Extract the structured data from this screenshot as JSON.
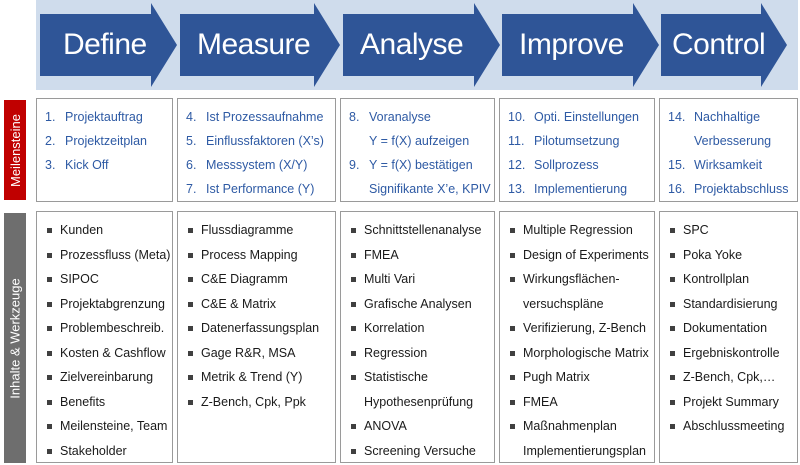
{
  "phases": [
    {
      "label": "Define"
    },
    {
      "label": "Measure"
    },
    {
      "label": "Analyse"
    },
    {
      "label": "Improve"
    },
    {
      "label": "Control"
    }
  ],
  "side_labels": {
    "milestones": "Meilensteine",
    "tools": "Inhalte & Werkzeuge"
  },
  "milestones": [
    [
      {
        "num": "1.",
        "text": "Projektauftrag"
      },
      {
        "num": "2.",
        "text": "Projektzeitplan"
      },
      {
        "num": "3.",
        "text": "Kick Off"
      }
    ],
    [
      {
        "num": "4.",
        "text": "Ist Prozessaufnahme"
      },
      {
        "num": "5.",
        "text": "Einflussfaktoren  (X’s)"
      },
      {
        "num": "6.",
        "text": "Messsystem (X/Y)"
      },
      {
        "num": "7.",
        "text": "Ist Performance (Y)"
      }
    ],
    [
      {
        "num": "8.",
        "text": "Voranalyse"
      },
      {
        "num": "",
        "text": "Y = f(X) aufzeigen"
      },
      {
        "num": "9.",
        "text": "Y = f(X) bestätigen"
      },
      {
        "num": "",
        "text": "Signifikante X’e, KPIV"
      }
    ],
    [
      {
        "num": "10.",
        "text": "Opti. Einstellungen"
      },
      {
        "num": "11.",
        "text": "Pilotumsetzung"
      },
      {
        "num": "12.",
        "text": "Sollprozess"
      },
      {
        "num": "13.",
        "text": "Implementierung"
      }
    ],
    [
      {
        "num": "14.",
        "text": "Nachhaltige"
      },
      {
        "num": "",
        "text": "Verbesserung"
      },
      {
        "num": "15.",
        "text": "Wirksamkeit"
      },
      {
        "num": "16.",
        "text": "Projektabschluss"
      }
    ]
  ],
  "tools": [
    [
      {
        "text": "Kunden",
        "bullet": true
      },
      {
        "text": "Prozessfluss (Meta)",
        "bullet": true
      },
      {
        "text": "SIPOC",
        "bullet": true
      },
      {
        "text": "Projektabgrenzung",
        "bullet": true
      },
      {
        "text": "Problembeschreib.",
        "bullet": true
      },
      {
        "text": "Kosten & Cashflow",
        "bullet": true
      },
      {
        "text": "Zielvereinbarung",
        "bullet": true
      },
      {
        "text": "Benefits",
        "bullet": true
      },
      {
        "text": "Meilensteine, Team",
        "bullet": true
      },
      {
        "text": "Stakeholder",
        "bullet": true
      }
    ],
    [
      {
        "text": "Flussdiagramme",
        "bullet": true
      },
      {
        "text": "Process Mapping",
        "bullet": true
      },
      {
        "text": "C&E Diagramm",
        "bullet": true
      },
      {
        "text": "C&E & Matrix",
        "bullet": true
      },
      {
        "text": "Datenerfassungsplan",
        "bullet": true
      },
      {
        "text": "Gage R&R, MSA",
        "bullet": true
      },
      {
        "text": "Metrik & Trend (Y)",
        "bullet": true
      },
      {
        "text": "Z-Bench, Cpk, Ppk",
        "bullet": true
      }
    ],
    [
      {
        "text": "Schnittstellenanalyse",
        "bullet": true
      },
      {
        "text": "FMEA",
        "bullet": true
      },
      {
        "text": "Multi Vari",
        "bullet": true
      },
      {
        "text": "Grafische Analysen",
        "bullet": true
      },
      {
        "text": "Korrelation",
        "bullet": true
      },
      {
        "text": "Regression",
        "bullet": true
      },
      {
        "text": "Statistische",
        "bullet": true
      },
      {
        "text": "Hypothesenprüfung",
        "bullet": false
      },
      {
        "text": "ANOVA",
        "bullet": true
      },
      {
        "text": "Screening Versuche",
        "bullet": true
      }
    ],
    [
      {
        "text": "Multiple Regression",
        "bullet": true
      },
      {
        "text": "Design of Experiments",
        "bullet": true
      },
      {
        "text": "Wirkungsflächen-",
        "bullet": true
      },
      {
        "text": "versuchspläne",
        "bullet": false
      },
      {
        "text": "Verifizierung, Z-Bench",
        "bullet": true
      },
      {
        "text": "Morphologische Matrix",
        "bullet": true
      },
      {
        "text": "Pugh Matrix",
        "bullet": true
      },
      {
        "text": "FMEA",
        "bullet": true
      },
      {
        "text": "Maßnahmenplan",
        "bullet": true
      },
      {
        "text": "Implementierungsplan",
        "bullet": false
      }
    ],
    [
      {
        "text": "SPC",
        "bullet": true
      },
      {
        "text": "Poka Yoke",
        "bullet": true
      },
      {
        "text": "Kontrollplan",
        "bullet": true
      },
      {
        "text": "Standardisierung",
        "bullet": true
      },
      {
        "text": "Dokumentation",
        "bullet": true
      },
      {
        "text": "Ergebniskontrolle",
        "bullet": true
      },
      {
        "text": "Z-Bench, Cpk,…",
        "bullet": true
      },
      {
        "text": "Projekt Summary",
        "bullet": true
      },
      {
        "text": "Abschlussmeeting",
        "bullet": true
      }
    ]
  ],
  "colors": {
    "arrow": "#2f5597",
    "arrow_band": "#cfdcec",
    "milestone_text": "#2e5aa4",
    "milestone_side": "#c00000",
    "tools_side": "#6e6e6e"
  }
}
